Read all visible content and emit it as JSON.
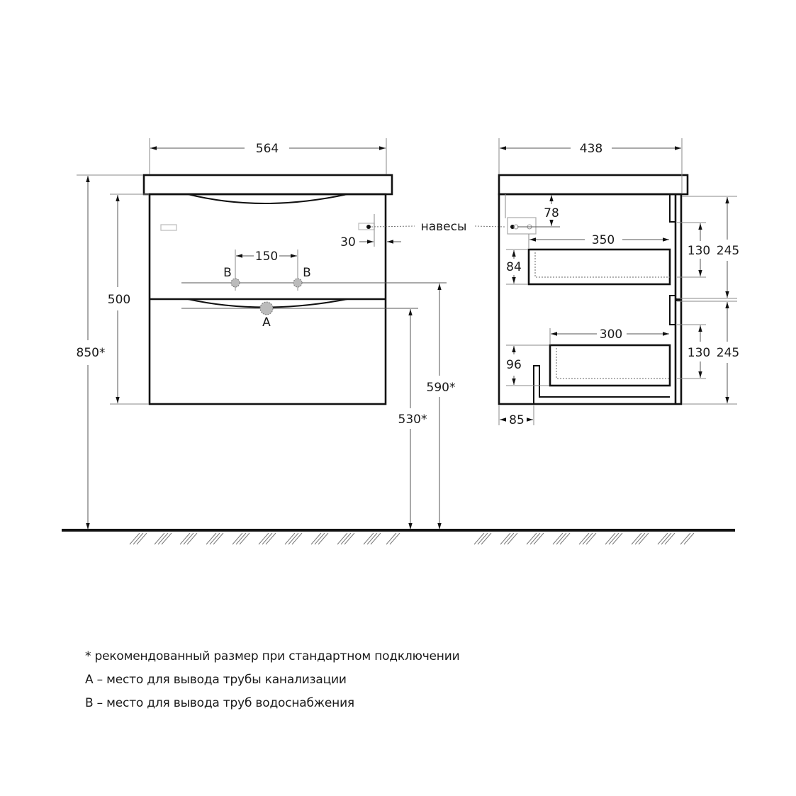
{
  "front_view": {
    "width_label": "564",
    "height_body_label": "500",
    "total_height_label": "850*",
    "hinge_offset_label": "30",
    "pipe_spacing_label": "150",
    "water_pipe_left_label": "B",
    "water_pipe_right_label": "B",
    "drain_label": "A",
    "water_height_label": "590*",
    "drain_height_label": "530*",
    "hinges_label": "навесы"
  },
  "side_view": {
    "depth_label": "438",
    "hinge_depth_label": "78",
    "upper_drawer_depth_label": "350",
    "upper_drawer_height_label": "84",
    "upper_front_gap_label": "130",
    "upper_section_label": "245",
    "lower_drawer_depth_label": "300",
    "lower_drawer_height_label": "96",
    "lower_front_gap_label": "130",
    "lower_section_label": "245",
    "siphon_offset_label": "85"
  },
  "notes": [
    "* рекомендованный размер при стандартном подключении",
    "A – место для вывода трубы канализации",
    "B – место для вывода труб водоснабжения"
  ],
  "colors": {
    "line": "#111111",
    "dimension": "#555555",
    "pipe_fill": "#bbbbbb"
  }
}
